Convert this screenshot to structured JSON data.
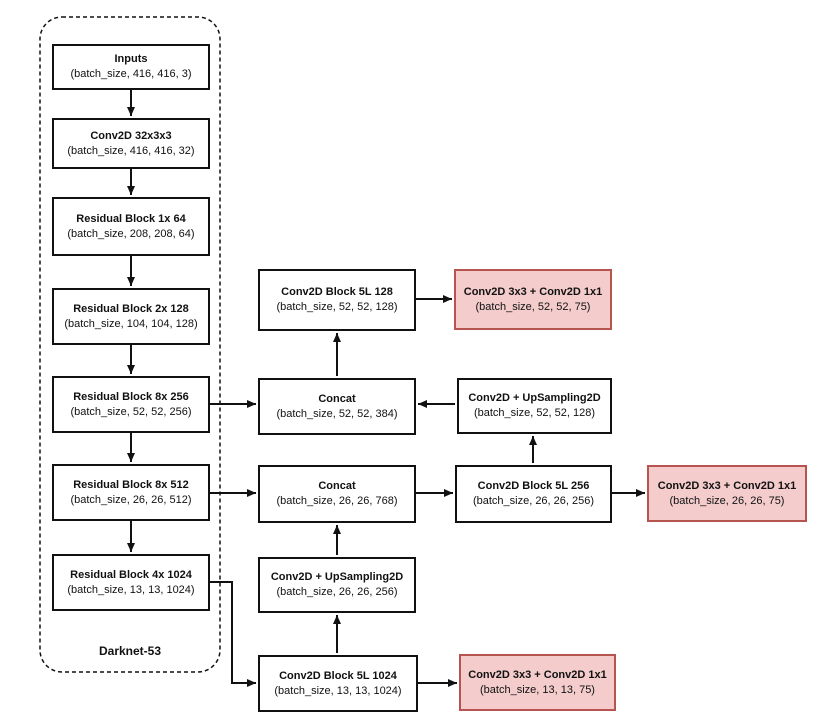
{
  "group": {
    "label": "Darknet-53"
  },
  "nodes": {
    "inputs": {
      "title": "Inputs",
      "shape": "(batch_size, 416, 416, 3)"
    },
    "conv32": {
      "title": "Conv2D 32x3x3",
      "shape": "(batch_size, 416, 416, 32)"
    },
    "res1": {
      "title": "Residual Block 1x  64",
      "shape": "(batch_size, 208, 208, 64)"
    },
    "res2": {
      "title": "Residual Block 2x  128",
      "shape": "(batch_size, 104, 104, 128)"
    },
    "res8a": {
      "title": "Residual Block 8x  256",
      "shape": "(batch_size, 52, 52, 256)"
    },
    "res8b": {
      "title": "Residual Block 8x  512",
      "shape": "(batch_size, 26, 26, 512)"
    },
    "res4": {
      "title": "Residual Block 4x  1024",
      "shape": "(batch_size, 13, 13, 1024)"
    },
    "block5l128": {
      "title": "Conv2D Block 5L  128",
      "shape": "(batch_size, 52, 52, 128)"
    },
    "out52": {
      "title": "Conv2D 3x3 + Conv2D 1x1",
      "shape": "(batch_size, 52, 52, 75)"
    },
    "concat384": {
      "title": "Concat",
      "shape": "(batch_size, 52, 52, 384)"
    },
    "up128": {
      "title": "Conv2D + UpSampling2D",
      "shape": "(batch_size, 52, 52, 128)"
    },
    "concat768": {
      "title": "Concat",
      "shape": "(batch_size, 26, 26, 768)"
    },
    "block5l256": {
      "title": "Conv2D Block 5L  256",
      "shape": "(batch_size, 26, 26, 256)"
    },
    "out26": {
      "title": "Conv2D 3x3 + Conv2D 1x1",
      "shape": "(batch_size, 26, 26, 75)"
    },
    "up256": {
      "title": "Conv2D + UpSampling2D",
      "shape": "(batch_size, 26, 26, 256)"
    },
    "block5l1024": {
      "title": "Conv2D Block 5L  1024",
      "shape": "(batch_size, 13, 13, 1024)"
    },
    "out13": {
      "title": "Conv2D 3x3 + Conv2D 1x1",
      "shape": "(batch_size, 13, 13, 75)"
    }
  },
  "colors": {
    "line": "#111111",
    "output_fill": "#f4cccc",
    "output_border": "#b85450"
  }
}
